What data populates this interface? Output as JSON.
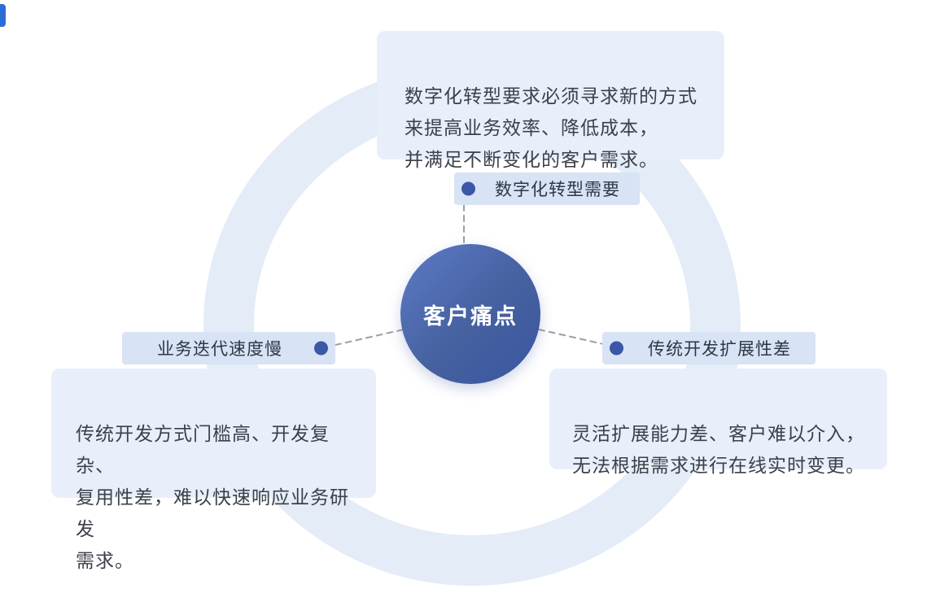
{
  "diagram": {
    "title": "客户痛点",
    "center": {
      "label": "客户痛点"
    },
    "nodes": [
      {
        "id": "top",
        "label": "数字化转型需要",
        "description": "数字化转型要求必须寻求新的方式\n来提高业务效率、降低成本，\n并满足不断变化的客户需求。"
      },
      {
        "id": "left",
        "label": "业务迭代速度慢",
        "description": "传统开发方式门槛高、开发复杂、\n复用性差，难以快速响应业务研发\n需求。"
      },
      {
        "id": "right",
        "label": "传统开发扩展性差",
        "description": "灵活扩展能力差、客户难以介入，\n无法根据需求进行在线实时变更。"
      }
    ],
    "colors": {
      "accent": "#2e6bd4",
      "center_gradient_start": "#5d7ac6",
      "center_gradient_end": "#3a55a0",
      "ring": "#e4ecf8",
      "pill_bg": "#d8e3f5",
      "card_bg": "#e9effa",
      "dot": "#3b57a8",
      "dash_line": "#9aa0a8",
      "text": "#3c4049"
    }
  }
}
